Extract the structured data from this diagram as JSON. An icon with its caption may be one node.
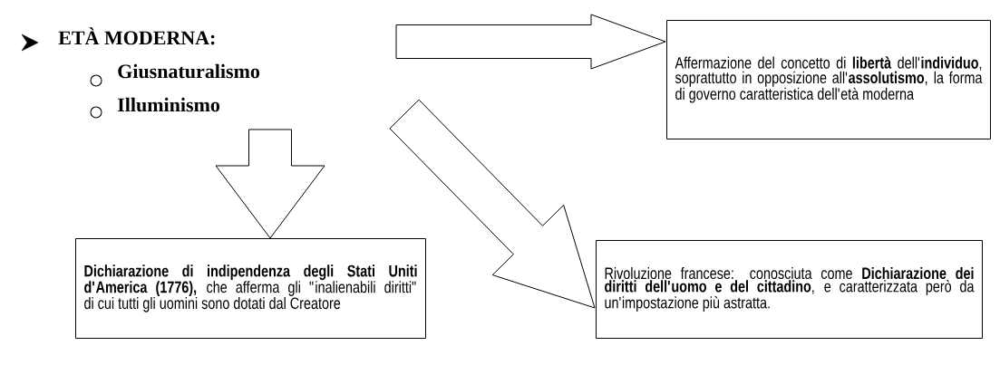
{
  "diagram": {
    "nodes": [
      {
        "text": [
          "ETÀ MODERNA:",
          "Giusnaturalismo",
          "Illuminismo"
        ]
      },
      {
        "text": [
          "Affermazione del concetto di **libertà** dell'**individuo**, soprattutto in opposizione all'**assolutismo**, la forma di governo caratteristica dell'età moderna"
        ]
      },
      {
        "text": [
          "**Dichiarazione di indipendenza degli Stati Uniti d'America (1776),** che afferma gli \"inalienabili diritti\" di cui tutti gli uomini sono dotati dal Creatore"
        ]
      },
      {
        "text": [
          "Rivoluzione francese: conosciuta come **Dichiarazione dei diritti dell'uomo e del cittadino**, e caratterizzata però da un'impostazione più astratta."
        ]
      }
    ],
    "edges": [
      {
        "from": 0,
        "to": 1,
        "arrow": "to"
      },
      {
        "from": 0,
        "to": 2,
        "arrow": "to"
      },
      {
        "from": 0,
        "to": 3,
        "arrow": "to"
      }
    ]
  }
}
